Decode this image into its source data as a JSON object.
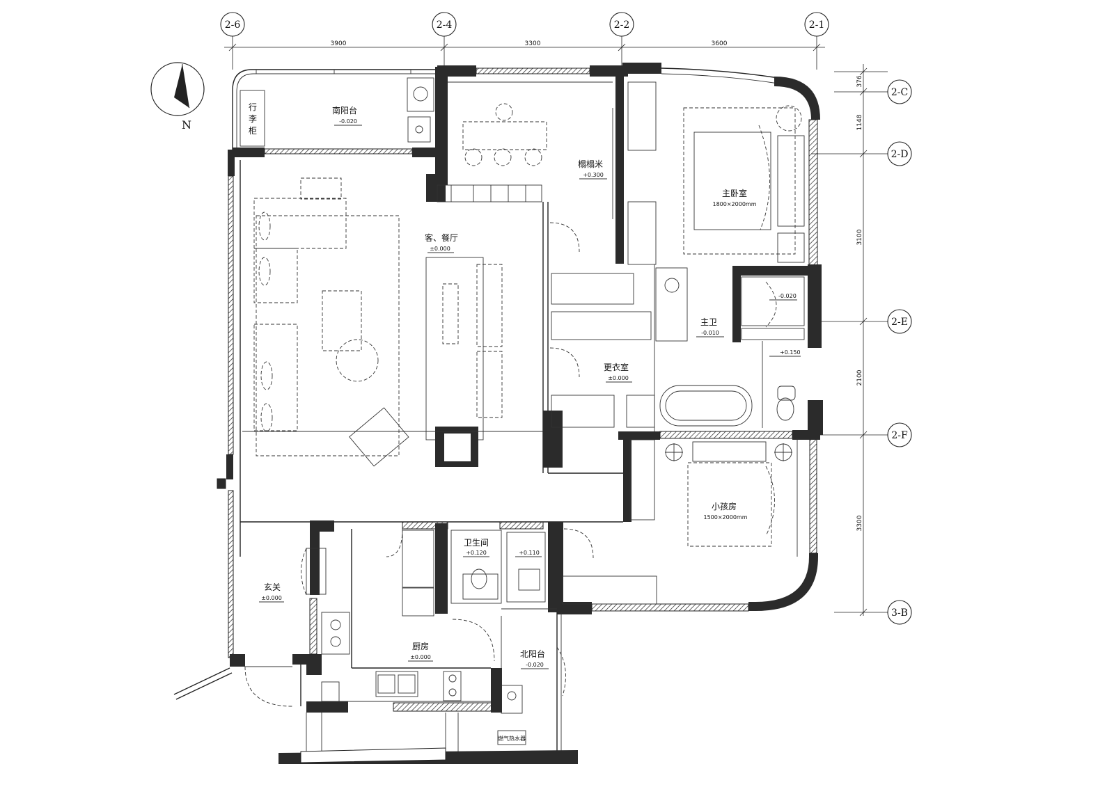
{
  "grid_axes": {
    "vertical": [
      "2-6",
      "2-4",
      "2-2",
      "2-1"
    ],
    "horizontal": [
      "2-C",
      "2-D",
      "2-E",
      "2-F",
      "3-B"
    ]
  },
  "dimensions": {
    "top": [
      "3900",
      "3300",
      "3600"
    ],
    "right": [
      "376",
      "1148",
      "3100",
      "2100",
      "3300"
    ]
  },
  "north_label": "N",
  "rooms": {
    "south_balcony": {
      "name": "南阳台",
      "level": "-0.020"
    },
    "luggage_cabinet": {
      "name_lines": [
        "行",
        "李",
        "柜"
      ]
    },
    "tatami": {
      "name": "榻榻米",
      "level": "+0.300"
    },
    "living_dining": {
      "name": "客、餐厅",
      "level": "±0.000"
    },
    "master_bedroom": {
      "name": "主卧室",
      "size": "1800×2000mm"
    },
    "master_bath": {
      "name": "主卫",
      "level": "-0.010",
      "shower_level": "-0.020",
      "toilet_level": "+0.150"
    },
    "dressing_room": {
      "name": "更衣室",
      "level": "±0.000"
    },
    "kids_room": {
      "name": "小孩房",
      "size": "1500×2000mm"
    },
    "bathroom": {
      "name": "卫生间",
      "level": "+0.120",
      "shower_level": "+0.110"
    },
    "entrance": {
      "name": "玄关",
      "level": "±0.000"
    },
    "kitchen": {
      "name": "厨房",
      "level": "±0.000"
    },
    "north_balcony": {
      "name": "北阳台",
      "level": "-0.020"
    },
    "heater_note": "燃气热水器"
  }
}
